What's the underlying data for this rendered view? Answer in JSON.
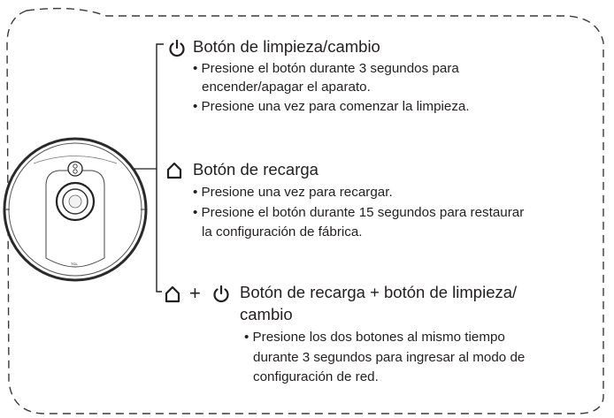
{
  "sections": [
    {
      "title": "Botón de limpieza/cambio",
      "icon": "power-icon",
      "bullets": [
        "• Presione el botón durante 3 segundos para",
        "encender/apagar el aparato.",
        "• Presione una vez para comenzar la limpieza."
      ]
    },
    {
      "title": "Botón de recarga",
      "icon": "home-icon",
      "bullets": [
        "• Presione una vez para recargar.",
        "• Presione el botón durante 15 segundos para restaurar",
        "la configuración de fábrica."
      ]
    },
    {
      "title_lines": [
        "Botón de recarga + botón de limpieza/",
        "cambio"
      ],
      "icons": [
        "home-icon",
        "plus-icon",
        "power-icon"
      ],
      "plus": "+",
      "bullets": [
        "• Presione los dos botones al mismo tiempo",
        "durante 3 segundos para ingresar al modo de",
        "configuración de red."
      ]
    }
  ],
  "device": {
    "logo_text": "TCL"
  },
  "colors": {
    "ink": "#231f20",
    "dash": "#3a3a3a"
  }
}
